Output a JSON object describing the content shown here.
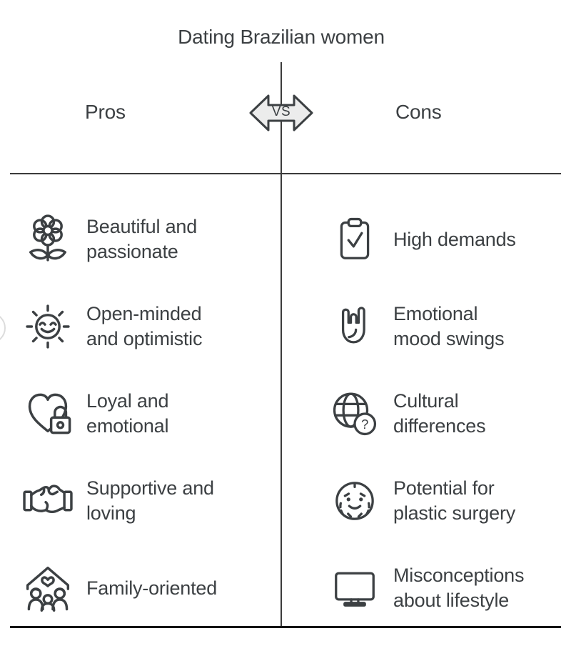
{
  "title": "Dating Brazilian women",
  "divider": {
    "vs_label": "VS"
  },
  "columns": {
    "pros": {
      "header": "Pros",
      "items": [
        {
          "icon": "flower-icon",
          "label": "Beautiful and\npassionate"
        },
        {
          "icon": "sun-smiley-icon",
          "label": "Open-minded\nand optimistic"
        },
        {
          "icon": "heart-lock-icon",
          "label": "Loyal and\nemotional"
        },
        {
          "icon": "handshake-icon",
          "label": "Supportive and\nloving"
        },
        {
          "icon": "family-home-icon",
          "label": "Family-oriented"
        }
      ]
    },
    "cons": {
      "header": "Cons",
      "items": [
        {
          "icon": "clipboard-check-icon",
          "label": "High demands"
        },
        {
          "icon": "rock-hand-icon",
          "label": "Emotional\nmood swings"
        },
        {
          "icon": "globe-question-icon",
          "label": "Cultural\ndifferences"
        },
        {
          "icon": "face-surgery-icon",
          "label": "Potential for\nplastic surgery"
        },
        {
          "icon": "monitor-icon",
          "label": "Misconceptions\nabout lifestyle"
        }
      ]
    }
  },
  "colors": {
    "background": "#ffffff",
    "text": "#3c4043",
    "line": "#3b3b3b",
    "bottom_line": "#141414",
    "badge_fill": "#ececec",
    "badge_border": "#3c4043"
  }
}
